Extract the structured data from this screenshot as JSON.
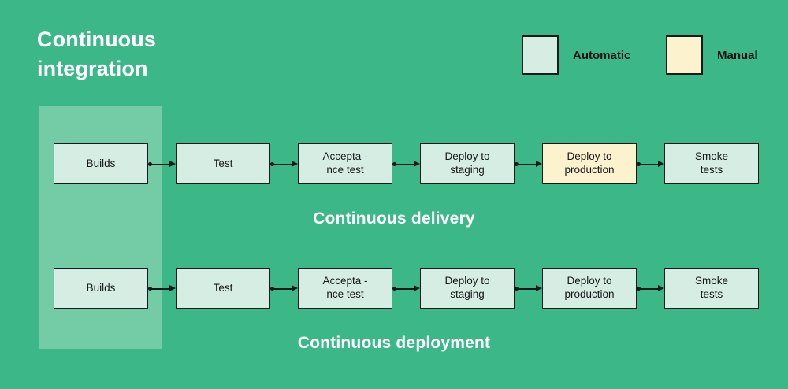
{
  "title": {
    "line1": "Continuous",
    "line2": "integration"
  },
  "colors": {
    "background": "#3CB787",
    "highlight_band": "#74CCA7",
    "automatic_fill": "#D6EDE4",
    "manual_fill": "#FDF2CE",
    "stroke": "#15181A",
    "title_text": "#FFFFFF"
  },
  "legend": {
    "automatic": {
      "label": "Automatic",
      "swatch": "automatic"
    },
    "manual": {
      "label": "Manual",
      "swatch": "manual"
    }
  },
  "rows": [
    {
      "caption": "Continuous delivery",
      "stages": [
        {
          "label": "Builds",
          "type": "automatic"
        },
        {
          "label": "Test",
          "type": "automatic"
        },
        {
          "label": "Accepta -\nnce test",
          "type": "automatic"
        },
        {
          "label": "Deploy to\nstaging",
          "type": "automatic"
        },
        {
          "label": "Deploy to\nproduction",
          "type": "manual"
        },
        {
          "label": "Smoke\ntests",
          "type": "automatic"
        }
      ]
    },
    {
      "caption": "Continuous deployment",
      "stages": [
        {
          "label": "Builds",
          "type": "automatic"
        },
        {
          "label": "Test",
          "type": "automatic"
        },
        {
          "label": "Accepta -\nnce test",
          "type": "automatic"
        },
        {
          "label": "Deploy to\nstaging",
          "type": "automatic"
        },
        {
          "label": "Deploy to\nproduction",
          "type": "automatic"
        },
        {
          "label": "Smoke\ntests",
          "type": "automatic"
        }
      ]
    }
  ]
}
